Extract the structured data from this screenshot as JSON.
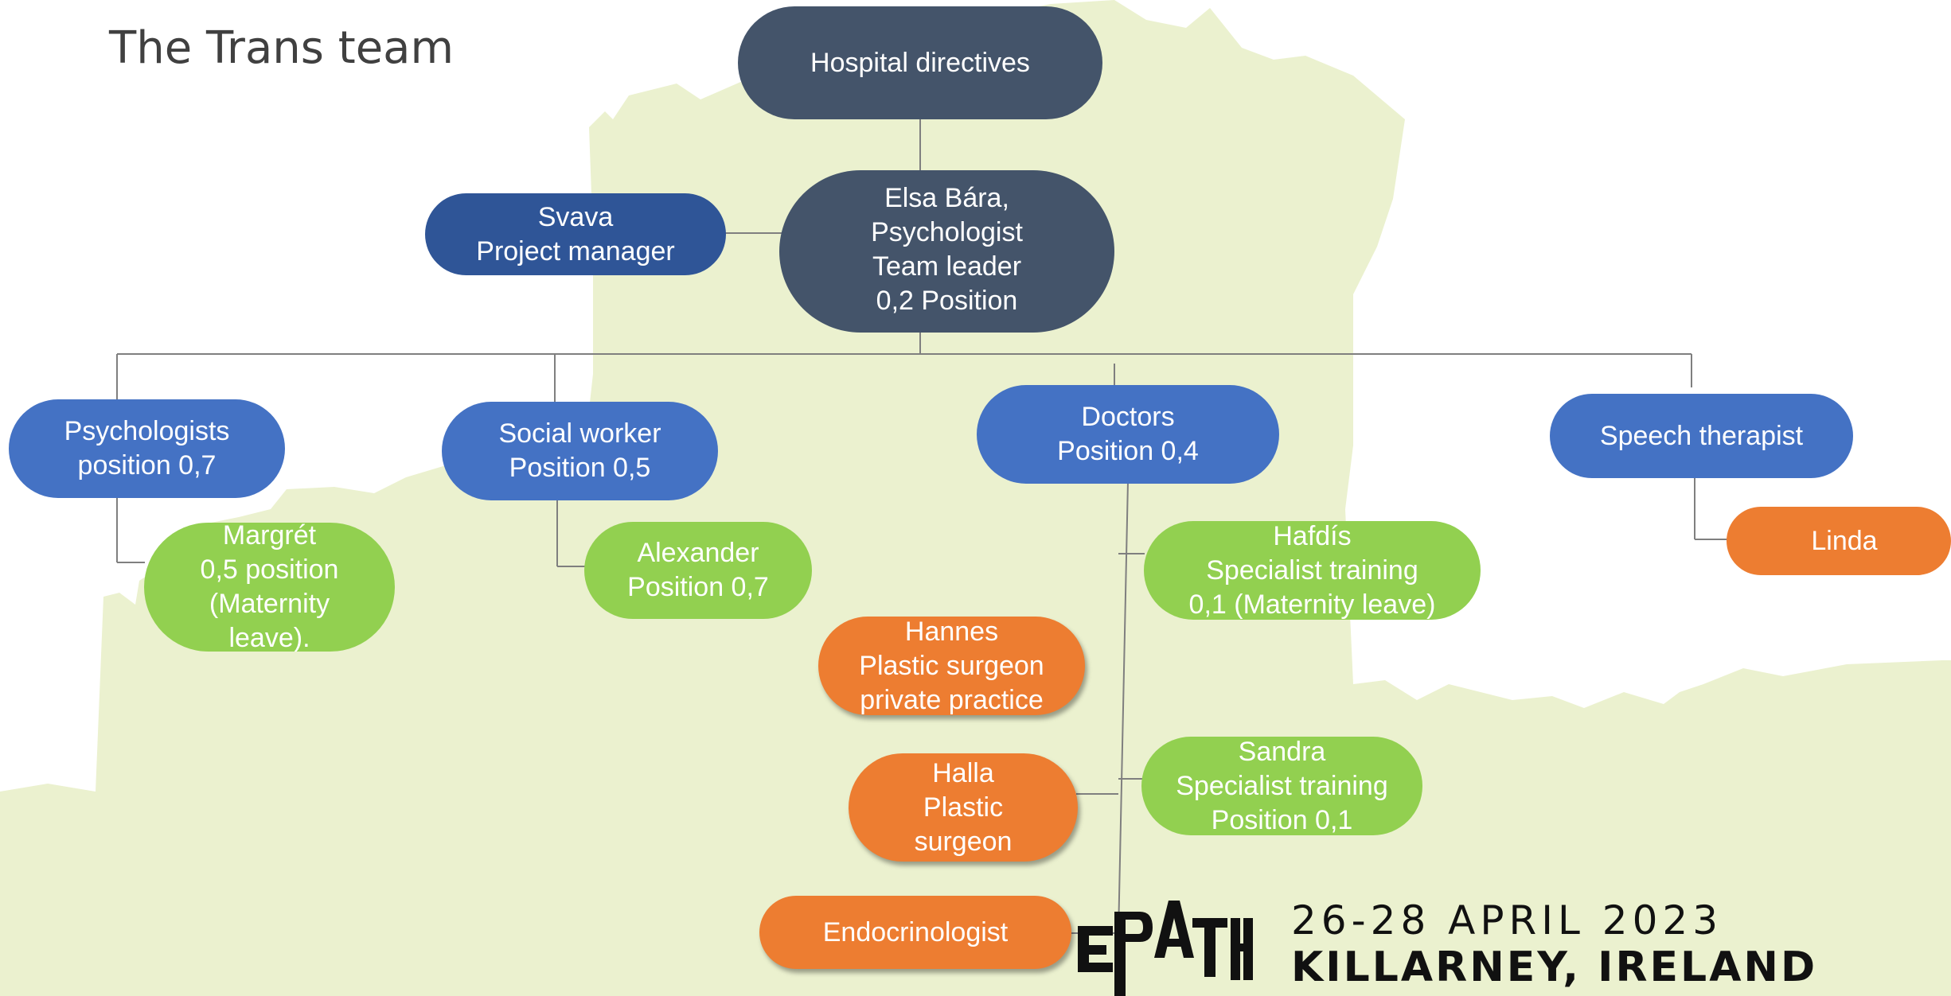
{
  "slide": {
    "title": "The Trans team"
  },
  "chart": {
    "directives": "Hospital directives",
    "leader": "Elsa Bára,\nPsychologist\nTeam leader\n0,2 Position",
    "manager": "Svava\nProject manager",
    "psychologists": "Psychologists\nposition 0,7",
    "social_worker": "Social worker\nPosition 0,5",
    "doctors": "Doctors\nPosition 0,4",
    "speech_therapist": "Speech therapist",
    "margret": "Margrét\n0,5 position\n(Maternity\nleave).",
    "alexander": "Alexander\nPosition 0,7",
    "hafdis": "Hafdís\nSpecialist training\n0,1 (Maternity leave)",
    "linda": "Linda",
    "hannes": "Hannes\nPlastic surgeon\nprivate practice",
    "halla": "Halla\nPlastic\nsurgeon",
    "sandra": "Sandra\nSpecialist training\nPosition 0,1",
    "endocrinologist": "Endocrinologist"
  },
  "footer": {
    "logo": "EPATH",
    "dates": "26-28 APRIL 2023",
    "location": "KILLARNEY, IRELAND"
  },
  "colors": {
    "dark": "#44546a",
    "navy": "#2f5597",
    "blue": "#4472c4",
    "green": "#92d050",
    "orange": "#ed7d31",
    "map": "#ebf1cf"
  }
}
